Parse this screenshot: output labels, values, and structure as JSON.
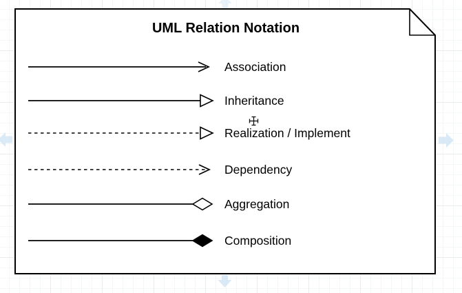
{
  "canvas": {
    "background": "#ffffff",
    "grid_minor_color": "#f4f7f7",
    "grid_major_color": "#e8eced",
    "direction_arrow_color": "#cfe3f4"
  },
  "note": {
    "title": "UML Relation Notation",
    "fill": "#ffffff",
    "stroke": "#000000",
    "rows": [
      {
        "label": "Association",
        "line": "solid",
        "marker": "open-arrow"
      },
      {
        "label": "Inheritance",
        "line": "solid",
        "marker": "hollow-triangle"
      },
      {
        "label": "Realization / Implement",
        "line": "dashed",
        "marker": "hollow-triangle"
      },
      {
        "label": "Dependency",
        "line": "dashed",
        "marker": "open-arrow"
      },
      {
        "label": "Aggregation",
        "line": "solid",
        "marker": "hollow-diamond"
      },
      {
        "label": "Composition",
        "line": "solid",
        "marker": "filled-diamond"
      }
    ]
  },
  "cursor": {
    "type": "crosshair"
  }
}
